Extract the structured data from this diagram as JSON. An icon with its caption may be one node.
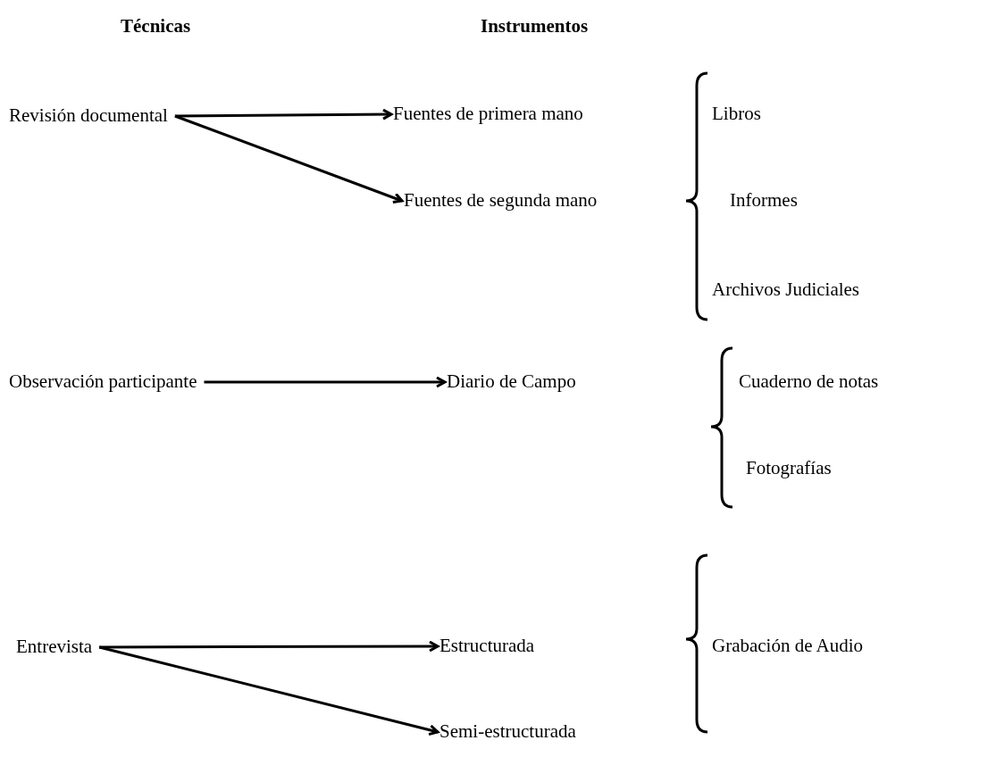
{
  "diagram": {
    "nodes": [
      {
        "text": [
          "Revisión documental"
        ]
      },
      {
        "text": [
          "Fuentes de primera mano"
        ]
      },
      {
        "text": [
          "Fuentes de segunda mano"
        ]
      },
      {
        "text": [
          "Observación participante"
        ]
      },
      {
        "text": [
          "Diario de Campo"
        ]
      },
      {
        "text": [
          "Entrevista"
        ]
      },
      {
        "text": [
          "Estructurada"
        ]
      },
      {
        "text": [
          "Semi-estructurada"
        ]
      }
    ],
    "edges": [
      {
        "from": 0,
        "to": 1,
        "arrow": "to"
      },
      {
        "from": 0,
        "to": 2,
        "arrow": "to"
      },
      {
        "from": 3,
        "to": 4,
        "arrow": "to"
      },
      {
        "from": 5,
        "to": 6,
        "arrow": "to"
      },
      {
        "from": 5,
        "to": 7,
        "arrow": "to"
      }
    ],
    "labels": [
      "Técnicas",
      "Instrumentos",
      "Libros",
      "Informes",
      "Archivos Judiciales",
      "Cuaderno de notas",
      "Fotografías",
      "Grabación de Audio"
    ]
  }
}
